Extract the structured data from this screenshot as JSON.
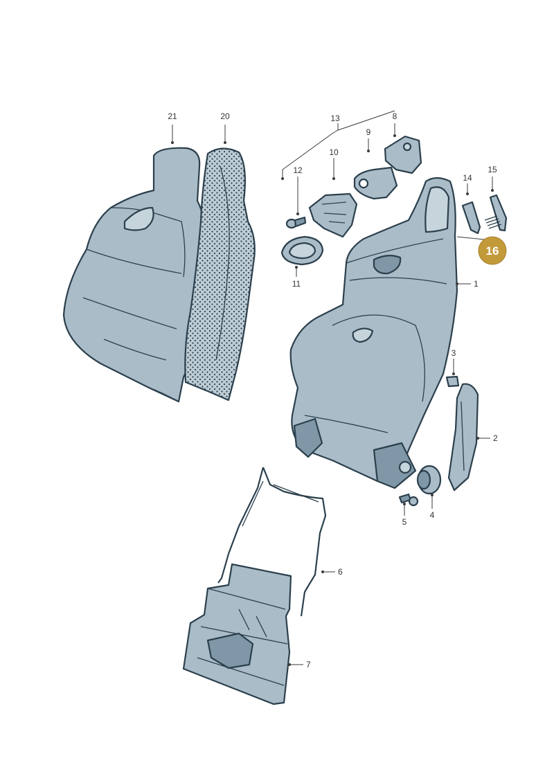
{
  "callouts": {
    "c1": "1",
    "c2": "2",
    "c3": "3",
    "c4": "4",
    "c5": "5",
    "c6": "6",
    "c7": "7",
    "c8": "8",
    "c9": "9",
    "c10": "10",
    "c11": "11",
    "c12": "12",
    "c13": "13",
    "c14": "14",
    "c15": "15",
    "c20": "20",
    "c21": "21"
  },
  "highlight": {
    "label": "16",
    "color": "#c39a3a"
  },
  "colors": {
    "part_fill": "#a9bcc8",
    "part_dark": "#7f97a6",
    "part_light": "#c6d4dc",
    "outline": "#2b3f4c"
  }
}
